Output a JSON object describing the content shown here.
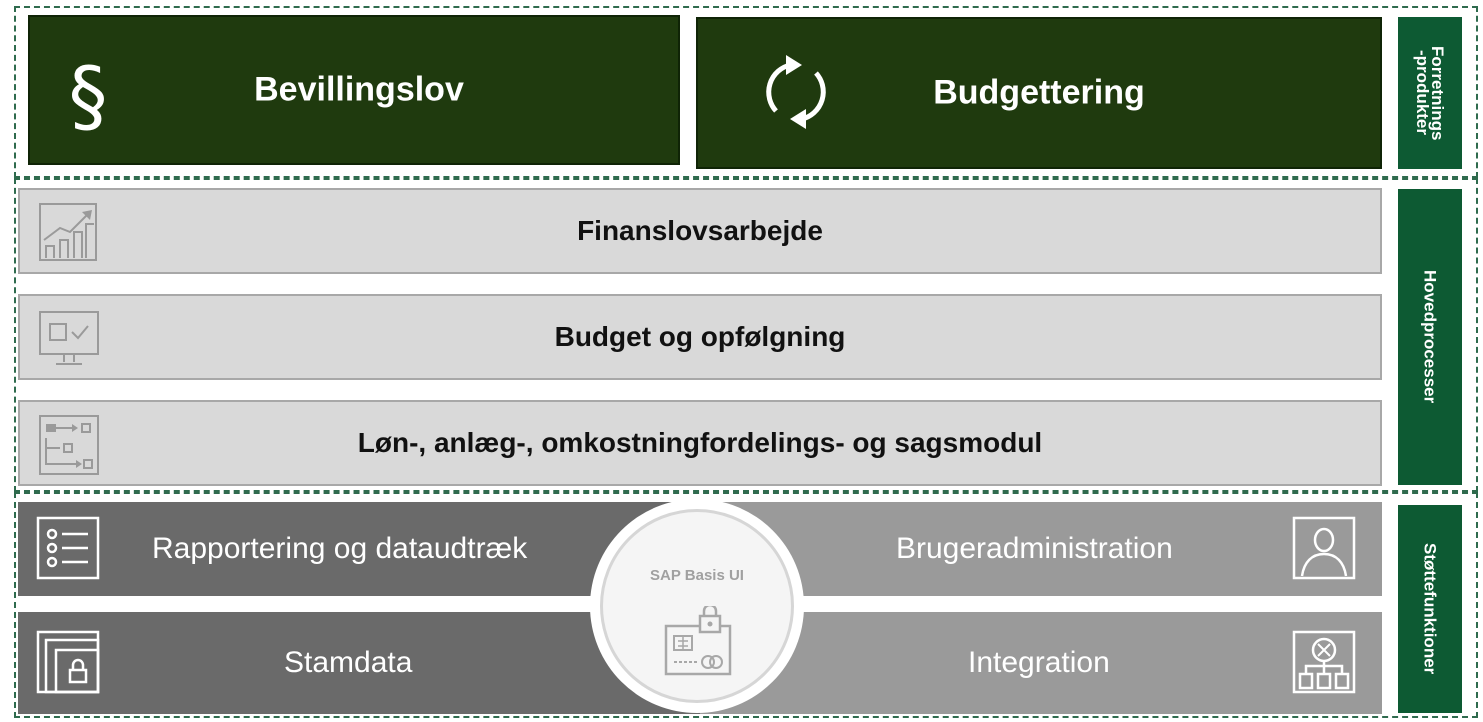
{
  "top": {
    "left_title": "Bevillingslov",
    "right_title": "Budgettering",
    "left_icon": "section-sign-icon",
    "right_icon": "refresh-cycle-icon"
  },
  "side_tags": {
    "business_products": "Forretnings\n-produkter",
    "main_processes": "Hovedprocesser",
    "support_functions": "Støttefunktioner"
  },
  "processes": [
    {
      "label": "Finanslovsarbejde",
      "icon": "growth-chart-icon"
    },
    {
      "label": "Budget og opfølgning",
      "icon": "monitor-check-icon"
    },
    {
      "label": "Løn-, anlæg-, omkostningfordelings- og sagsmodul",
      "icon": "flow-list-icon"
    }
  ],
  "support": {
    "reporting": "Rapportering og dataudtræk",
    "user_admin": "Brugeradministration",
    "master_data": "Stamdata",
    "integration": "Integration",
    "center": "SAP Basis UI"
  },
  "colors": {
    "top_green": "#1f3a0e",
    "tag_green": "#0d5a33",
    "process_grey": "#d9d9d9",
    "support_dark": "#6a6a6a",
    "support_mid": "#9a9a9a"
  }
}
